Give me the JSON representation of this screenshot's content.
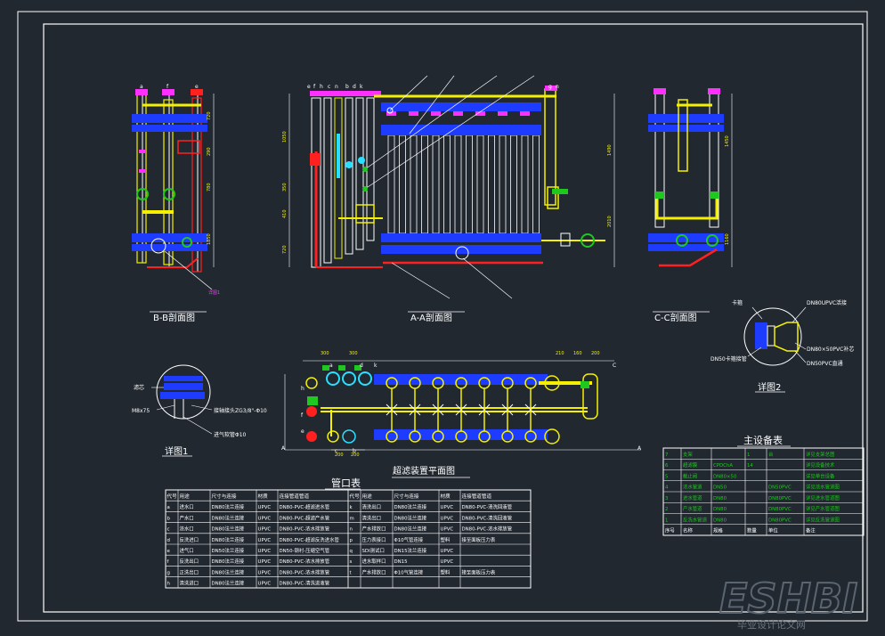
{
  "colors": {
    "bg": "#212830",
    "frame": "#ffffff",
    "blue": "#1e3cff",
    "yellow": "#f4f000",
    "red": "#ff2020",
    "green": "#1ec81e",
    "magenta": "#ff30ff",
    "cyan": "#28e0ff",
    "white": "#ffffff"
  },
  "views": {
    "bb": {
      "label": "B-B剖面图",
      "tags": [
        "a",
        "f",
        "e"
      ]
    },
    "aa": {
      "label": "A-A剖面图",
      "tags": [
        "e",
        "f",
        "h",
        "c",
        "n",
        "b",
        "d",
        "k",
        "g",
        "n"
      ]
    },
    "cc": {
      "label": "C-C剖面图"
    },
    "plan": {
      "label": "超滤装置平面图",
      "tags": [
        "h",
        "f",
        "e",
        "c",
        "a",
        "d",
        "k",
        "b"
      ]
    },
    "detail1": {
      "label": "详图1",
      "notes": [
        "滤芯",
        "M8x75",
        "接轴接头ZG3/8\"-Φ10",
        "进气软管Φ10"
      ]
    },
    "detail2": {
      "label": "详图2",
      "notes": [
        "卡箍",
        "DN80UPVC活接",
        "DN80×50PVC补芯",
        "DN50卡箍接管",
        "DN50PVC直通"
      ]
    }
  },
  "nozzle_table": {
    "title": "管口表",
    "headers": [
      "代号",
      "用途",
      "尺寸与连接",
      "材质",
      "连接管道管道"
    ],
    "left_rows": [
      [
        "a",
        "进水口",
        "DN80法兰连接",
        "UPVC",
        "DN80-PVC-超滤进水管"
      ],
      [
        "b",
        "产水口",
        "DN80法兰连接",
        "UPVC",
        "DN80-PVC-超滤产水管"
      ],
      [
        "c",
        "浓水口",
        "DN80法兰连接",
        "UPVC",
        "DN80-PVC-浓水排放管"
      ],
      [
        "d",
        "反洗进口",
        "DN80法兰连接",
        "UPVC",
        "DN80-PVC-超滤反洗进水管"
      ],
      [
        "e",
        "进气口",
        "DN50法兰连接",
        "UPVC",
        "DN50-钢衬-压缩空气管"
      ],
      [
        "f",
        "反洗出口",
        "DN80法兰连接",
        "UPVC",
        "DN80-PVC-浓水排放管"
      ],
      [
        "g",
        "正洗出口",
        "DN80法兰连接",
        "UPVC",
        "DN80-PVC-浓水排放管"
      ],
      [
        "h",
        "清洗进口",
        "DN80法兰连接",
        "UPVC",
        "DN80-PVC-清洗进液管"
      ]
    ],
    "right_rows": [
      [
        "k",
        "清洗出口",
        "DN80法兰连接",
        "UPVC",
        "DN80-PVC-清洗回液管"
      ],
      [
        "m",
        "清洗出口",
        "DN80法兰连接",
        "UPVC",
        "DN80-PVC-清洗回液管"
      ],
      [
        "n",
        "产水排放口",
        "DN80法兰连接",
        "UPVC",
        "DN80-PVC-浓水排放管"
      ],
      [
        "p",
        "压力表接口",
        "Φ10气管连接",
        "塑料",
        "接至面板压力表"
      ],
      [
        "q",
        "SDI测试口",
        "DN15法兰连接",
        "UPVC",
        ""
      ],
      [
        "s",
        "进水取样口",
        "DN15",
        "UPVC",
        ""
      ],
      [
        "t",
        "产水排放口",
        "Φ10气管连接",
        "塑料",
        "接至面板压力表"
      ],
      [
        "",
        "",
        "",
        "",
        ""
      ]
    ]
  },
  "equipment_table": {
    "title": "主设备表",
    "rows": [
      [
        "7",
        "支架",
        "",
        "1",
        "台",
        "详见支架总图"
      ],
      [
        "6",
        "超滤膜",
        "CPDChA",
        "14",
        "",
        "详见设备技术"
      ],
      [
        "5",
        "截止阀",
        "DN80×50",
        "",
        "",
        "详见单台设备"
      ],
      [
        "4",
        "浓水管道",
        "DN50",
        "",
        "DN50PVC",
        "详见浓水管道图"
      ],
      [
        "3",
        "进水管道",
        "DN80",
        "",
        "DN80PVC",
        "详见进水管道图"
      ],
      [
        "2",
        "产水管道",
        "DN80",
        "",
        "DN80PVC",
        "详见产水管道图"
      ],
      [
        "1",
        "反洗水管道",
        "DN80",
        "",
        "DN80PVC",
        "详见反洗管道图"
      ],
      [
        "序号",
        "名称",
        "规格",
        "数量",
        "单位",
        "备注"
      ]
    ]
  },
  "watermark": {
    "text": "ESHBI",
    "sub": "毕业设计论文网"
  }
}
